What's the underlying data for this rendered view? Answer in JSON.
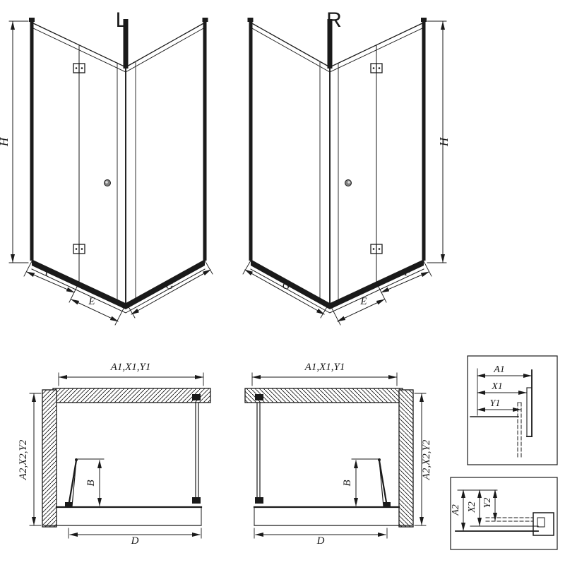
{
  "drawing": {
    "colors": {
      "line": "#1a1a1a",
      "background": "#ffffff"
    },
    "views": {
      "iso_left": {
        "label": "L",
        "h": "H",
        "f": "F",
        "e": "E",
        "g": "G"
      },
      "iso_right": {
        "label": "R",
        "h": "H",
        "f": "F",
        "e": "E",
        "g": "G"
      },
      "plan_left": {
        "top": "A1,X1,Y1",
        "side": "A2,X2,Y2",
        "door": "B",
        "width": "D"
      },
      "plan_right": {
        "top": "A1,X1,Y1",
        "side": "A2,X2,Y2",
        "door": "B",
        "width": "D"
      },
      "detail_top": {
        "a": "A1",
        "x": "X1",
        "y": "Y1"
      },
      "detail_bottom": {
        "a": "A2",
        "x": "X2",
        "y": "Y2"
      }
    }
  }
}
